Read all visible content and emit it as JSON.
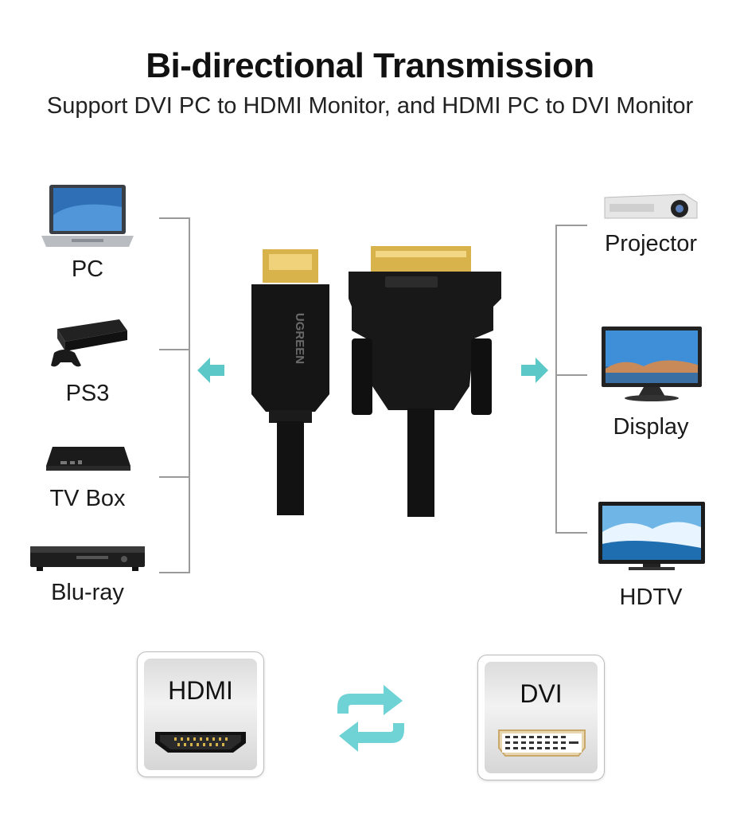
{
  "header": {
    "title": "Bi-directional Transmission",
    "subtitle": "Support DVI PC to HDMI Monitor, and HDMI PC to DVI Monitor"
  },
  "sources": [
    {
      "label": "PC",
      "icon": "laptop-icon"
    },
    {
      "label": "PS3",
      "icon": "game-console-icon"
    },
    {
      "label": "TV Box",
      "icon": "tv-box-icon"
    },
    {
      "label": "Blu-ray",
      "icon": "blu-ray-player-icon"
    }
  ],
  "displays": [
    {
      "label": "Projector",
      "icon": "projector-icon"
    },
    {
      "label": "Display",
      "icon": "monitor-icon"
    },
    {
      "label": "HDTV",
      "icon": "hdtv-icon"
    }
  ],
  "cable": {
    "brand": "UGREEN",
    "connectors": [
      "hdmi-plug",
      "dvi-plug"
    ]
  },
  "ports": {
    "hdmi_label": "HDMI",
    "dvi_label": "DVI"
  },
  "colors": {
    "arrow": "#5cc8c8",
    "line": "#9a9a9a",
    "gold": "#d8b24a"
  }
}
